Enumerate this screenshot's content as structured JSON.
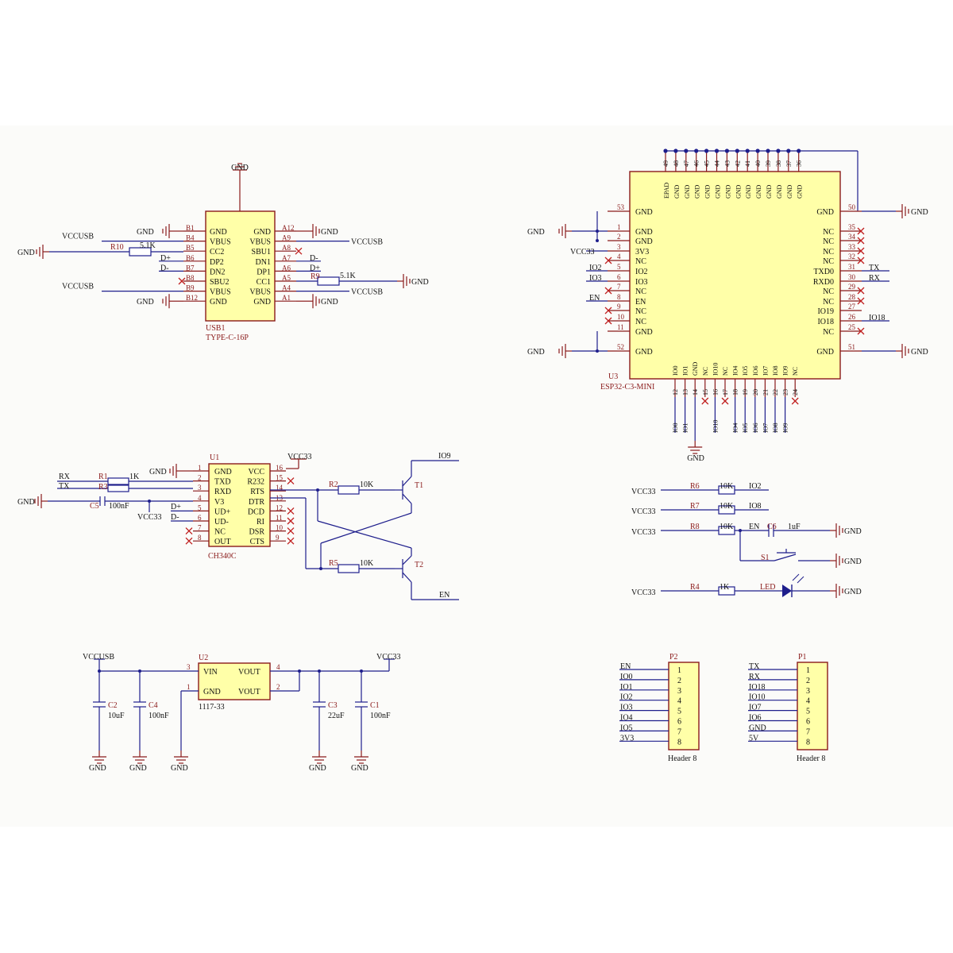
{
  "usb": {
    "ref": "USB1",
    "part": "TYPE-C-16P",
    "top_label": "GND",
    "left_pins": [
      {
        "num": "B1",
        "name": "GND",
        "net": "GND"
      },
      {
        "num": "B4",
        "name": "VBUS",
        "net": "VCCUSB"
      },
      {
        "num": "B5",
        "name": "CC2",
        "net": ""
      },
      {
        "num": "B6",
        "name": "DP2",
        "net": "D+"
      },
      {
        "num": "B7",
        "name": "DN2",
        "net": "D-"
      },
      {
        "num": "B8",
        "name": "SBU2",
        "net": ""
      },
      {
        "num": "B9",
        "name": "VBUS",
        "net": "VCCUSB"
      },
      {
        "num": "B12",
        "name": "GND",
        "net": "GND"
      }
    ],
    "right_pins": [
      {
        "num": "A12",
        "name": "GND",
        "net": "GND"
      },
      {
        "num": "A9",
        "name": "VBUS",
        "net": "VCCUSB"
      },
      {
        "num": "A8",
        "name": "SBU1",
        "net": ""
      },
      {
        "num": "A7",
        "name": "DN1",
        "net": "D-"
      },
      {
        "num": "A6",
        "name": "DP1",
        "net": "D+"
      },
      {
        "num": "A5",
        "name": "CC1",
        "net": ""
      },
      {
        "num": "A4",
        "name": "VBUS",
        "net": "VCCUSB"
      },
      {
        "num": "A1",
        "name": "GND",
        "net": "GND"
      }
    ],
    "r10": {
      "ref": "R10",
      "value": "5.1K",
      "net": "GND"
    },
    "r9": {
      "ref": "R9",
      "value": "5.1K",
      "net": "GND"
    }
  },
  "esp": {
    "ref": "U3",
    "part": "ESP32-C3-MINI",
    "top_nums": [
      "49",
      "48",
      "47",
      "46",
      "45",
      "44",
      "43",
      "42",
      "41",
      "40",
      "39",
      "38",
      "37",
      "36"
    ],
    "top_names": [
      "EPAD",
      "GND",
      "GND",
      "GND",
      "GND",
      "GND",
      "GND",
      "GND",
      "GND",
      "GND",
      "GND",
      "GND",
      "GND",
      "GND"
    ],
    "left_pins": [
      {
        "num": "53",
        "name": "GND",
        "net": ""
      },
      {
        "num": "1",
        "name": "GND",
        "net": "GND"
      },
      {
        "num": "2",
        "name": "GND",
        "net": ""
      },
      {
        "num": "3",
        "name": "3V3",
        "net": "VCC33"
      },
      {
        "num": "4",
        "name": "NC",
        "net": ""
      },
      {
        "num": "5",
        "name": "IO2",
        "net": "IO2"
      },
      {
        "num": "6",
        "name": "IO3",
        "net": "IO3"
      },
      {
        "num": "7",
        "name": "NC",
        "net": ""
      },
      {
        "num": "8",
        "name": "EN",
        "net": "EN"
      },
      {
        "num": "9",
        "name": "NC",
        "net": ""
      },
      {
        "num": "10",
        "name": "NC",
        "net": ""
      },
      {
        "num": "11",
        "name": "GND",
        "net": ""
      },
      {
        "num": "52",
        "name": "GND",
        "net": "GND"
      }
    ],
    "right_pins": [
      {
        "num": "50",
        "name": "GND",
        "net": "GND"
      },
      {
        "num": "35",
        "name": "NC",
        "net": ""
      },
      {
        "num": "34",
        "name": "NC",
        "net": ""
      },
      {
        "num": "33",
        "name": "NC",
        "net": ""
      },
      {
        "num": "32",
        "name": "NC",
        "net": ""
      },
      {
        "num": "31",
        "name": "TXD0",
        "net": "TX"
      },
      {
        "num": "30",
        "name": "RXD0",
        "net": "RX"
      },
      {
        "num": "29",
        "name": "NC",
        "net": ""
      },
      {
        "num": "28",
        "name": "NC",
        "net": ""
      },
      {
        "num": "27",
        "name": "IO19",
        "net": ""
      },
      {
        "num": "26",
        "name": "IO18",
        "net": "IO18"
      },
      {
        "num": "25",
        "name": "NC",
        "net": ""
      },
      {
        "num": "51",
        "name": "GND",
        "net": "GND"
      }
    ],
    "bottom_names": [
      "IO0",
      "IO1",
      "GND",
      "NC",
      "IO10",
      "NC",
      "IO4",
      "IO5",
      "IO6",
      "IO7",
      "IO8",
      "IO9",
      "NC"
    ],
    "bottom_nums": [
      "12",
      "13",
      "14",
      "15",
      "16",
      "17",
      "18",
      "19",
      "20",
      "21",
      "22",
      "23",
      "24"
    ],
    "bottom_nets": [
      "IO0",
      "IO1",
      "",
      "",
      "IO10",
      "",
      "IO4",
      "IO5",
      "IO6",
      "IO7",
      "IO8",
      "IO9",
      ""
    ],
    "bottom_gnd": "GND",
    "gnd_label": "GND"
  },
  "ch340": {
    "ref": "U1",
    "part": "CH340C",
    "vcc_label": "VCC33",
    "gnd_label": "GND",
    "left_pins": [
      {
        "num": "1",
        "name": "GND"
      },
      {
        "num": "2",
        "name": "TXD"
      },
      {
        "num": "3",
        "name": "RXD"
      },
      {
        "num": "4",
        "name": "V3"
      },
      {
        "num": "5",
        "name": "UD+"
      },
      {
        "num": "6",
        "name": "UD-"
      },
      {
        "num": "7",
        "name": "NC"
      },
      {
        "num": "8",
        "name": "OUT"
      }
    ],
    "right_pins": [
      {
        "num": "16",
        "name": "VCC"
      },
      {
        "num": "15",
        "name": "R232"
      },
      {
        "num": "14",
        "name": "RTS"
      },
      {
        "num": "13",
        "name": "DTR"
      },
      {
        "num": "12",
        "name": "DCD"
      },
      {
        "num": "11",
        "name": "RI"
      },
      {
        "num": "10",
        "name": "DSR"
      },
      {
        "num": "9",
        "name": "CTS"
      }
    ],
    "rx": "RX",
    "tx": "TX",
    "r1": "R1",
    "r3": "R3",
    "rval": "1K",
    "c5": "C5",
    "c5_val": "100nF",
    "vcc33": "VCC33",
    "dplus": "D+",
    "dminus": "D-",
    "r2": "R2",
    "r5": "R5",
    "rt_val": "10K",
    "t1": "T1",
    "t2": "T2",
    "io9": "IO9",
    "en": "EN"
  },
  "periph": {
    "vcc": "VCC33",
    "r6": {
      "ref": "R6",
      "value": "10K",
      "net": "IO2"
    },
    "r7": {
      "ref": "R7",
      "value": "10K",
      "net": "IO8"
    },
    "r8": {
      "ref": "R8",
      "value": "10K",
      "net": "EN"
    },
    "c6": {
      "ref": "C6",
      "value": "1uF"
    },
    "s1": "S1",
    "r4": {
      "ref": "R4",
      "value": "1K"
    },
    "led": "LED",
    "gnd": "GND"
  },
  "ldo": {
    "vin_net": "VCCUSB",
    "vout_net": "VCC33",
    "ref": "U2",
    "part": "1117-33",
    "pins": {
      "vin": "VIN",
      "gnd": "GND",
      "vout1": "VOUT",
      "vout2": "VOUT"
    },
    "pin_nums": {
      "vin": "3",
      "gnd": "1",
      "vout1": "4",
      "vout2": "2"
    },
    "caps": [
      {
        "ref": "C2",
        "value": "10uF"
      },
      {
        "ref": "C4",
        "value": "100nF"
      },
      {
        "ref": "C3",
        "value": "22uF"
      },
      {
        "ref": "C1",
        "value": "100nF"
      }
    ],
    "gnd": "GND"
  },
  "headers": {
    "p2": {
      "ref": "P2",
      "part": "Header 8",
      "nets": [
        "EN",
        "IO0",
        "IO1",
        "IO2",
        "IO3",
        "IO4",
        "IO5",
        "3V3"
      ]
    },
    "p1": {
      "ref": "P1",
      "part": "Header 8",
      "nets": [
        "TX",
        "RX",
        "IO18",
        "IO10",
        "IO7",
        "IO6",
        "GND",
        "5V"
      ]
    },
    "nums": [
      "1",
      "2",
      "3",
      "4",
      "5",
      "6",
      "7",
      "8"
    ]
  },
  "colors": {
    "wire": "#1e1e8c",
    "outline": "#8a1a1a",
    "body": "#ffffa8",
    "text": "#111111"
  }
}
